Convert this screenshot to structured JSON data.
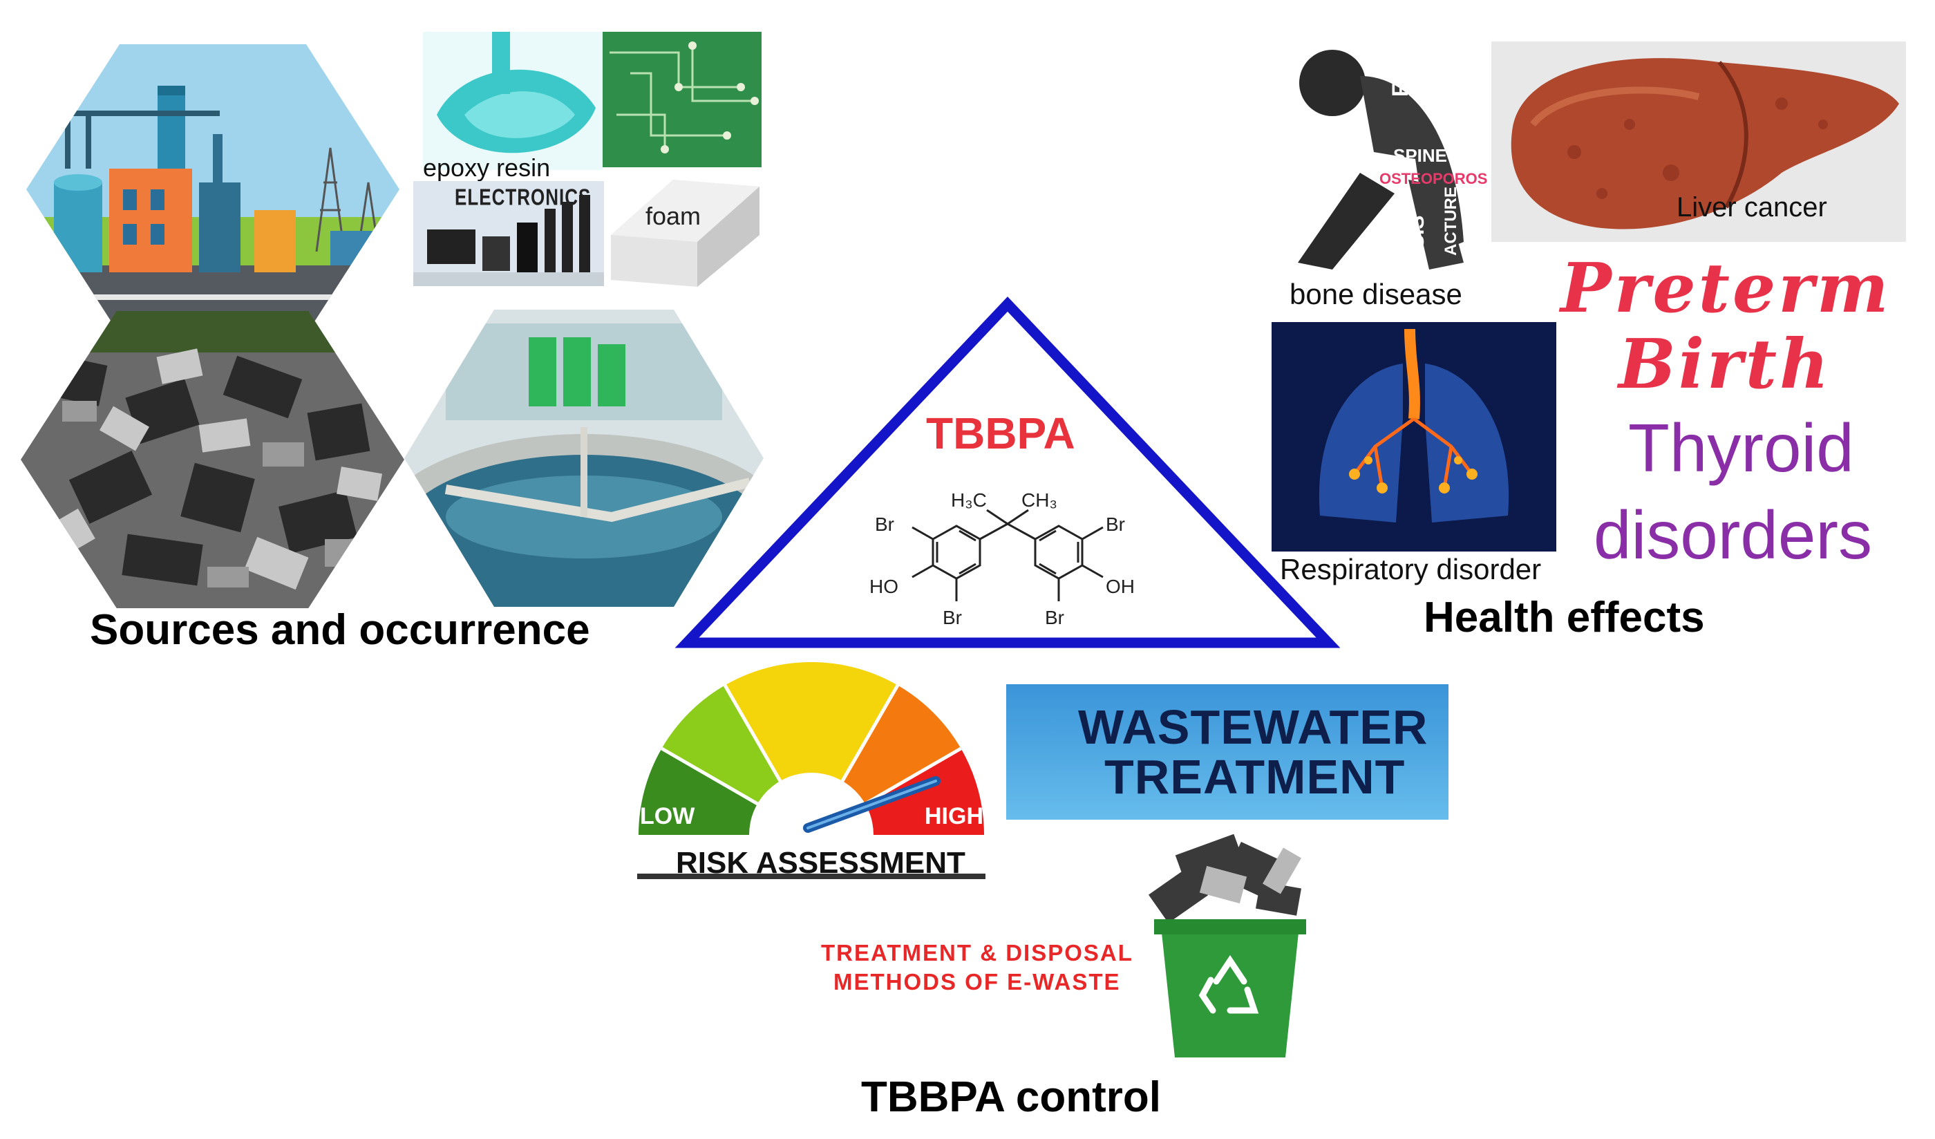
{
  "sections": {
    "sources_title": "Sources and occurrence",
    "health_title": "Health effects",
    "control_title": "TBBPA control"
  },
  "center": {
    "title": "TBBPA",
    "structure": {
      "me1": "H₃C",
      "me2": "CH₃",
      "br_tl": "Br",
      "br_tr": "Br",
      "br_bl": "Br",
      "br_br": "Br",
      "oh_l": "HO",
      "oh_r": "OH"
    }
  },
  "sources": {
    "epoxy_label": "epoxy resin",
    "electronics_label": "ELECTRONICS",
    "foam_label": "foam"
  },
  "health": {
    "bone_label": "bone disease",
    "bone_words": [
      "FRACTURE",
      "SPINE",
      "OSTEOPOROSIS",
      "SIS",
      "ACTURE"
    ],
    "liver_label": "Liver cancer",
    "respiratory_label": "Respiratory disorder",
    "preterm_line1": "Preterm",
    "preterm_line2": "Birth",
    "thyroid_line1": "Thyroid",
    "thyroid_line2": "disorders"
  },
  "control": {
    "gauge_low": "LOW",
    "gauge_high": "HIGH",
    "risk_label": "RISK ASSESSMENT",
    "wastewater_line1": "WASTEWATER",
    "wastewater_line2": "TREATMENT",
    "ewaste_line1": "TREATMENT & DISPOSAL",
    "ewaste_line2": "METHODS OF E-WASTE"
  },
  "colors": {
    "triangle": "#1414c8",
    "tbbpa_red": "#e8323c",
    "preterm_red": "#e8324a",
    "thyroid_purple": "#8a2ea8",
    "wastewater_bg": "#4aa3e0",
    "wastewater_text": "#0d1f4a",
    "ewaste_red": "#e82828",
    "bin_green": "#2e9a3a"
  }
}
